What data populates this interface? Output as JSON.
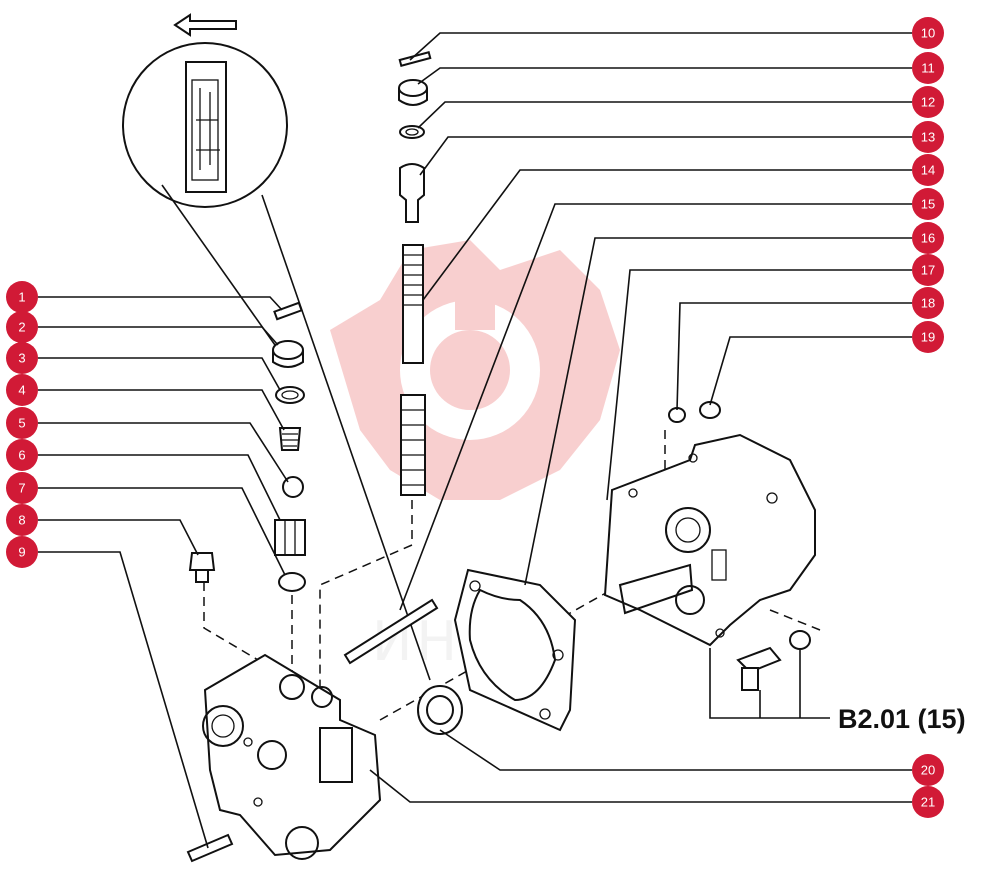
{
  "diagram": {
    "assembly_ref": "B2.01 (15)",
    "watermark_text": "ИНТЕХ",
    "colors": {
      "callout_badge": "#d11a36",
      "ink": "#111111",
      "watermark": "#f6c4c4"
    },
    "callouts": [
      {
        "n": "1"
      },
      {
        "n": "2"
      },
      {
        "n": "3"
      },
      {
        "n": "4"
      },
      {
        "n": "5"
      },
      {
        "n": "6"
      },
      {
        "n": "7"
      },
      {
        "n": "8"
      },
      {
        "n": "9"
      },
      {
        "n": "10"
      },
      {
        "n": "11"
      },
      {
        "n": "12"
      },
      {
        "n": "13"
      },
      {
        "n": "14"
      },
      {
        "n": "15"
      },
      {
        "n": "16"
      },
      {
        "n": "17"
      },
      {
        "n": "18"
      },
      {
        "n": "19"
      },
      {
        "n": "20"
      },
      {
        "n": "21"
      }
    ]
  }
}
